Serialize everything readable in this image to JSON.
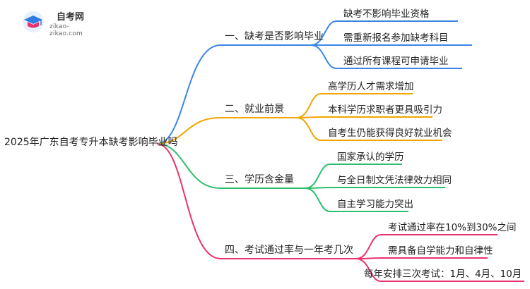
{
  "logo": {
    "name": "自考网",
    "url": "zikao-zikao.com"
  },
  "root": {
    "label": "2025年广东自考专升本缺考影响毕业吗"
  },
  "branches": [
    {
      "label": "一、缺考是否影响毕业",
      "color": "#3a86e8",
      "leaves": [
        "缺考不影响毕业资格",
        "需重新报名参加缺考科目",
        "通过所有课程可申请毕业"
      ]
    },
    {
      "label": "二、就业前景",
      "color": "#f0a500",
      "leaves": [
        "高学历人才需求增加",
        "本科学历求职者更具吸引力",
        "自考生仍能获得良好就业机会"
      ]
    },
    {
      "label": "三、学历含金量",
      "color": "#2dbe6c",
      "leaves": [
        "国家承认的学历",
        "与全日制文凭法律效力相同",
        "自主学习能力突出"
      ]
    },
    {
      "label": "四、考试通过率与一年考几次",
      "color": "#e8336d",
      "leaves": [
        "考试通过率在10%到30%之间",
        "需具备自学能力和自律性",
        "每年安排三次考试：1月、4月、10月"
      ]
    }
  ]
}
